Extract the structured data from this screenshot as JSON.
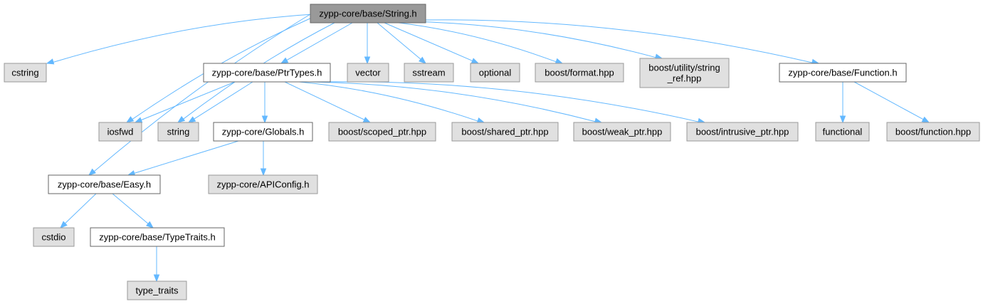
{
  "colors": {
    "root_fill": "#999999",
    "file_fill": "#ffffff",
    "external_fill": "#e0e0e0",
    "external_stroke": "#999999",
    "file_stroke": "#666666",
    "edge": "#63b8ff"
  },
  "nodes": [
    {
      "id": "string_h",
      "kind": "root",
      "lines": [
        "zypp-core/base/String.h"
      ]
    },
    {
      "id": "cstring",
      "kind": "external",
      "lines": [
        "cstring"
      ]
    },
    {
      "id": "ptrtypes_h",
      "kind": "file",
      "lines": [
        "zypp-core/base/PtrTypes.h"
      ]
    },
    {
      "id": "vector",
      "kind": "external",
      "lines": [
        "vector"
      ]
    },
    {
      "id": "sstream",
      "kind": "external",
      "lines": [
        "sstream"
      ]
    },
    {
      "id": "optional",
      "kind": "external",
      "lines": [
        "optional"
      ]
    },
    {
      "id": "boost_format",
      "kind": "external",
      "lines": [
        "boost/format.hpp"
      ]
    },
    {
      "id": "boost_string_ref",
      "kind": "external",
      "lines": [
        "boost/utility/string",
        "_ref.hpp"
      ]
    },
    {
      "id": "function_h",
      "kind": "file",
      "lines": [
        "zypp-core/base/Function.h"
      ]
    },
    {
      "id": "iosfwd",
      "kind": "external",
      "lines": [
        "iosfwd"
      ]
    },
    {
      "id": "string",
      "kind": "external",
      "lines": [
        "string"
      ]
    },
    {
      "id": "globals_h",
      "kind": "file",
      "lines": [
        "zypp-core/Globals.h"
      ]
    },
    {
      "id": "boost_scoped_ptr",
      "kind": "external",
      "lines": [
        "boost/scoped_ptr.hpp"
      ]
    },
    {
      "id": "boost_shared_ptr",
      "kind": "external",
      "lines": [
        "boost/shared_ptr.hpp"
      ]
    },
    {
      "id": "boost_weak_ptr",
      "kind": "external",
      "lines": [
        "boost/weak_ptr.hpp"
      ]
    },
    {
      "id": "boost_intrusive_ptr",
      "kind": "external",
      "lines": [
        "boost/intrusive_ptr.hpp"
      ]
    },
    {
      "id": "functional",
      "kind": "external",
      "lines": [
        "functional"
      ]
    },
    {
      "id": "boost_function",
      "kind": "external",
      "lines": [
        "boost/function.hpp"
      ]
    },
    {
      "id": "easy_h",
      "kind": "file",
      "lines": [
        "zypp-core/base/Easy.h"
      ]
    },
    {
      "id": "apiconfig_h",
      "kind": "external",
      "lines": [
        "zypp-core/APIConfig.h"
      ]
    },
    {
      "id": "cstdio",
      "kind": "external",
      "lines": [
        "cstdio"
      ]
    },
    {
      "id": "typetraits_h",
      "kind": "file",
      "lines": [
        "zypp-core/base/TypeTraits.h"
      ]
    },
    {
      "id": "type_traits",
      "kind": "external",
      "lines": [
        "type_traits"
      ]
    }
  ],
  "edges": [
    {
      "from": "string_h",
      "to": "cstring"
    },
    {
      "from": "string_h",
      "to": "ptrtypes_h"
    },
    {
      "from": "string_h",
      "to": "vector"
    },
    {
      "from": "string_h",
      "to": "sstream"
    },
    {
      "from": "string_h",
      "to": "optional"
    },
    {
      "from": "string_h",
      "to": "boost_format"
    },
    {
      "from": "string_h",
      "to": "boost_string_ref"
    },
    {
      "from": "string_h",
      "to": "function_h"
    },
    {
      "from": "string_h",
      "to": "iosfwd"
    },
    {
      "from": "string_h",
      "to": "string"
    },
    {
      "from": "string_h",
      "to": "easy_h"
    },
    {
      "from": "ptrtypes_h",
      "to": "iosfwd"
    },
    {
      "from": "ptrtypes_h",
      "to": "string"
    },
    {
      "from": "ptrtypes_h",
      "to": "globals_h"
    },
    {
      "from": "ptrtypes_h",
      "to": "boost_scoped_ptr"
    },
    {
      "from": "ptrtypes_h",
      "to": "boost_shared_ptr"
    },
    {
      "from": "ptrtypes_h",
      "to": "boost_weak_ptr"
    },
    {
      "from": "ptrtypes_h",
      "to": "boost_intrusive_ptr"
    },
    {
      "from": "globals_h",
      "to": "easy_h"
    },
    {
      "from": "globals_h",
      "to": "apiconfig_h"
    },
    {
      "from": "easy_h",
      "to": "cstdio"
    },
    {
      "from": "easy_h",
      "to": "typetraits_h"
    },
    {
      "from": "typetraits_h",
      "to": "type_traits"
    },
    {
      "from": "function_h",
      "to": "functional"
    },
    {
      "from": "function_h",
      "to": "boost_function"
    }
  ]
}
